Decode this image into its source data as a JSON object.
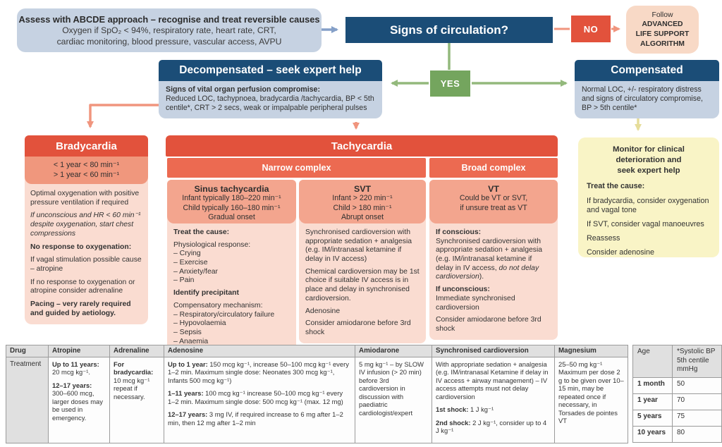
{
  "colors": {
    "navy": "#1b4d77",
    "light_blue": "#c6d2e2",
    "red": "#e2523c",
    "band_red": "#ec6a51",
    "salmon": "#f3a58e",
    "criteria_salmon": "#f0977d",
    "pink": "#fadcd1",
    "peach": "#f8d9c6",
    "green": "#74a55e",
    "yellow": "#f9f4c6",
    "table_gray": "#e0e0e0"
  },
  "flow": {
    "abcde": {
      "title": "Assess with ABCDE approach – recognise and treat reversible causes",
      "body": "Oxygen if SpO₂ < 94%, respiratory rate, heart rate, CRT,\ncardiac monitoring, blood pressure, vascular access, AVPU"
    },
    "circulation_label": "Signs of circulation?",
    "no_label": "NO",
    "yes_label": "YES",
    "als": {
      "lead": "Follow",
      "bold": "ADVANCED\nLIFE SUPPORT\nALGORITHM"
    }
  },
  "decompensated": {
    "title": "Decompensated – seek expert help",
    "body": [
      [
        {
          "t": "Signs of vital organ perfusion compromise:",
          "b": true
        },
        {
          "t": "\nReduced LOC, tachypnoea, bradycardia /tachycardia, BP < 5th centile*, CRT > 2 secs, weak or impalpable peripheral pulses"
        }
      ]
    ]
  },
  "compensated": {
    "title": "Compensated",
    "body": [
      [
        {
          "t": "Normal LOC, +/- respiratory distress and signs of circulatory compromise, BP > 5th centile*"
        }
      ]
    ]
  },
  "bradycardia": {
    "title": "Bradycardia",
    "criteria": "< 1 year < 80 min⁻¹\n> 1 year < 60 min⁻¹",
    "body": [
      [
        {
          "t": "Optimal oxygenation with positive pressure ventilation if required"
        }
      ],
      [
        {
          "t": "If unconscious and HR < 60 min⁻¹ despite oxygenation, start chest compressions",
          "i": true
        }
      ],
      [
        {
          "t": "No response to oxygenation:",
          "b": true
        }
      ],
      [
        {
          "t": "If vagal stimulation possible cause – atropine"
        }
      ],
      [
        {
          "t": "If no response to oxygenation or atropine consider adrenaline"
        }
      ],
      [
        {
          "t": "Pacing – very rarely required and guided by aetiology.",
          "b": true
        }
      ]
    ]
  },
  "tachycardia": {
    "title": "Tachycardia",
    "bands": [
      "Narrow complex",
      "Broad complex"
    ],
    "columns": [
      {
        "name": "Sinus tachycardia",
        "sub": "Infant typically 180–220 min⁻¹\nChild typically 160–180 min⁻¹\nGradual onset",
        "body": [
          [
            {
              "t": "Treat the cause:",
              "b": true
            }
          ],
          [
            {
              "t": "Physiological response:\n– Crying\n– Exercise\n– Anxiety/fear\n– Pain"
            }
          ],
          [
            {
              "t": "Identify precipitant",
              "b": true
            }
          ],
          [
            {
              "t": "Compensatory mechanism:\n– Respiratory/circulatory failure\n– Hypovolaemia\n– Sepsis\n– Anaemia"
            }
          ]
        ]
      },
      {
        "name": "SVT",
        "sub": "Infant > 220 min⁻¹\nChild > 180 min⁻¹\nAbrupt onset",
        "body": [
          [
            {
              "t": "Synchronised cardioversion with appropriate sedation + analgesia (e.g. IM/intranasal ketamine if delay in IV access)"
            }
          ],
          [
            {
              "t": "Chemical cardioversion may be 1st choice if suitable IV access is in place and delay in synchronised cardioversion."
            }
          ],
          [
            {
              "t": "Adenosine"
            }
          ],
          [
            {
              "t": "Consider amiodarone before 3rd shock"
            }
          ]
        ]
      },
      {
        "name": "VT",
        "sub": "Could be VT or SVT,\nif unsure treat as VT",
        "body": [
          [
            {
              "t": "If conscious:",
              "b": true
            },
            {
              "t": "\nSynchronised cardioversion with appropriate sedation + analgesia (e.g. IM/intranasal ketamine if delay in IV access, "
            },
            {
              "t": "do not delay cardioversion",
              "i": true
            },
            {
              "t": ")."
            }
          ],
          [
            {
              "t": "If unconscious:",
              "b": true
            },
            {
              "t": "\nImmediate synchronised cardioversion"
            }
          ],
          [
            {
              "t": "Consider amiodarone before 3rd shock"
            }
          ]
        ]
      }
    ]
  },
  "monitor": {
    "title": "Monitor for clinical\ndeterioration and\nseek expert help",
    "body": [
      [
        {
          "t": "Treat the cause:",
          "b": true
        }
      ],
      [
        {
          "t": "If bradycardia, consider oxygenation and vagal tone"
        }
      ],
      [
        {
          "t": "If SVT, consider vagal manoeuvres"
        }
      ],
      [
        {
          "t": "Reassess"
        }
      ],
      [
        {
          "t": "Consider adenosine"
        }
      ]
    ]
  },
  "drug_table": {
    "headers": [
      "Drug",
      "Atropine",
      "Adrenaline",
      "Adenosine",
      "Amiodarone",
      "Synchronised cardioversion",
      "Magnesium"
    ],
    "row_label": "Treatment",
    "cells": [
      [
        [
          {
            "t": "Up to 11 years:",
            "b": true
          },
          {
            "t": " 20 mcg kg⁻¹."
          }
        ],
        [
          {
            "t": "12–17 years:",
            "b": true
          },
          {
            "t": " 300–600 mcg, larger doses may be used in emergency."
          }
        ]
      ],
      [
        [
          {
            "t": "For bradycardia:",
            "b": true
          },
          {
            "t": "\n10 mcg kg⁻¹ repeat if necessary."
          }
        ]
      ],
      [
        [
          {
            "t": "Up to 1 year:",
            "b": true
          },
          {
            "t": " 150 mcg kg⁻¹, increase 50–100 mcg kg⁻¹ every 1–2 min. Maximum single dose: Neonates 300 mcg kg⁻¹, Infants 500 mcg kg⁻¹)"
          }
        ],
        [
          {
            "t": "1–11 years:",
            "b": true
          },
          {
            "t": " 100 mcg kg⁻¹ increase 50–100 mcg kg⁻¹ every 1–2 min. Maximum single dose: 500 mcg kg⁻¹ (max. 12 mg)"
          }
        ],
        [
          {
            "t": "12–17 years:",
            "b": true
          },
          {
            "t": " 3 mg IV, if required increase to 6 mg after 1–2 min, then 12 mg after 1–2 min"
          }
        ]
      ],
      [
        [
          {
            "t": "5 mg kg⁻¹ – by SLOW IV infusion (> 20 min) before 3rd cardioversion in discussion with paediatric cardiologist/expert"
          }
        ]
      ],
      [
        [
          {
            "t": "With appropriate sedation + analgesia (e.g. IM/intranasal Ketamine if delay in IV access + airway management) – IV access attempts must not delay cardioversion"
          }
        ],
        [
          {
            "t": "1st shock:",
            "b": true
          },
          {
            "t": " 1 J kg⁻¹"
          }
        ],
        [
          {
            "t": "2nd shock:",
            "b": true
          },
          {
            "t": " 2 J kg⁻¹, consider up to 4 J kg⁻¹"
          }
        ]
      ],
      [
        [
          {
            "t": "25–50 mg kg⁻¹ Maximum per dose 2 g to be given over 10–15 min, may be repeated once if necessary, in Torsades de pointes VT"
          }
        ]
      ]
    ]
  },
  "bp_table": {
    "headers": [
      "Age",
      "*Systolic BP\n5th centile\nmmHg"
    ],
    "rows": [
      [
        "1 month",
        "50"
      ],
      [
        "1 year",
        "70"
      ],
      [
        "5 years",
        "75"
      ],
      [
        "10 years",
        "80"
      ]
    ]
  }
}
